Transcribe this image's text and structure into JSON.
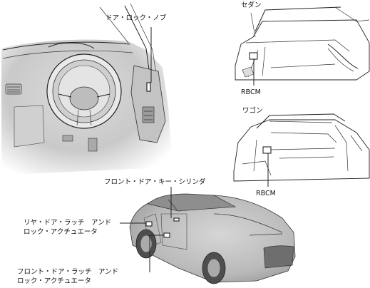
{
  "labels": {
    "door_lock_knob": "ドア・ロック・ノブ",
    "sedan": "セダン",
    "wagon": "ワゴン",
    "rbcm_sedan": "RBCM",
    "rbcm_wagon": "RBCM",
    "front_door_key_cylinder": "フロント・ドア・キー・シリンダ",
    "rear_latch_line1": "リヤ・ドア・ラッチ　アンド",
    "rear_latch_line2": "ロック・アクチュエータ",
    "front_latch_line1": "フロント・ドア・ラッチ　アンド",
    "front_latch_line2": "ロック・アクチュエータ"
  }
}
